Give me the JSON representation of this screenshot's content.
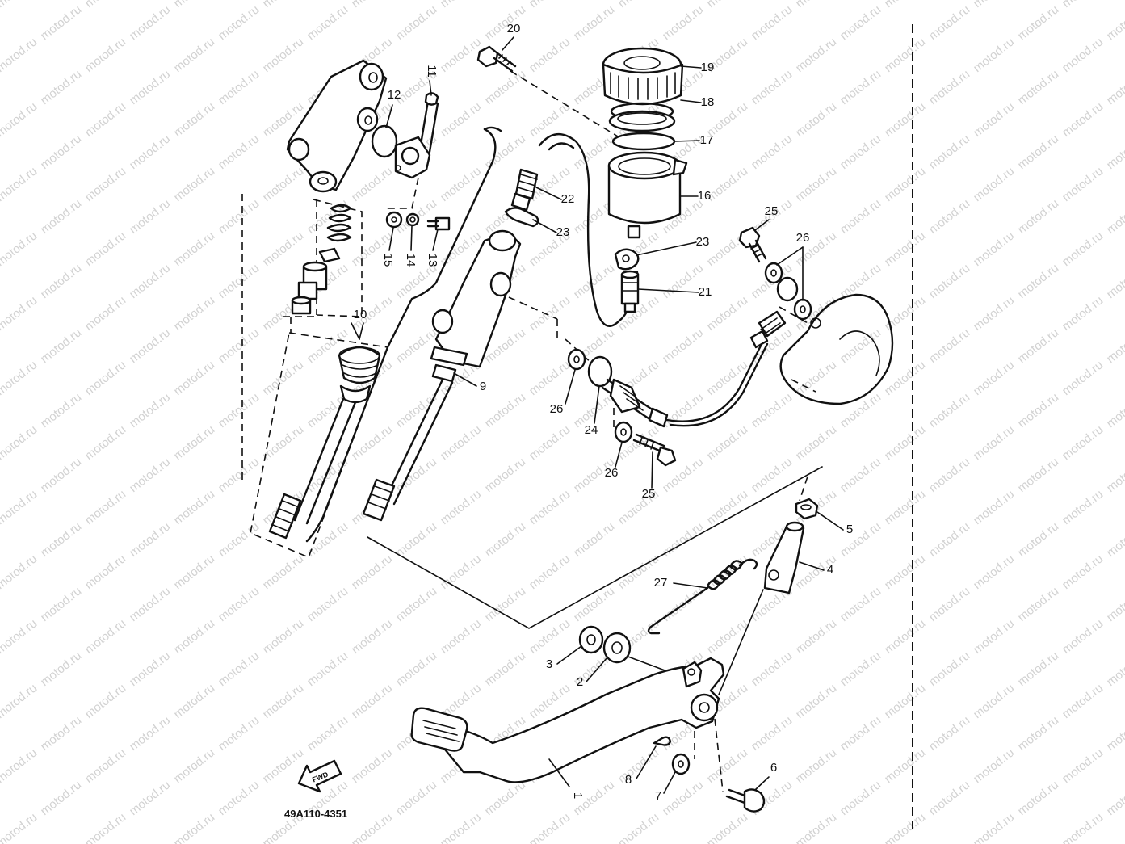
{
  "diagram": {
    "watermark": "motod.ru",
    "drawing_code": "49A110-4351",
    "fwd_label": "FWD",
    "callouts": [
      {
        "label": "20"
      },
      {
        "label": "19"
      },
      {
        "label": "18"
      },
      {
        "label": "17"
      },
      {
        "label": "16"
      },
      {
        "label": "11"
      },
      {
        "label": "12"
      },
      {
        "label": "22"
      },
      {
        "label": "23"
      },
      {
        "label": "25"
      },
      {
        "label": "26"
      },
      {
        "label": "23"
      },
      {
        "label": "15"
      },
      {
        "label": "14"
      },
      {
        "label": "13"
      },
      {
        "label": "21"
      },
      {
        "label": "10"
      },
      {
        "label": "9"
      },
      {
        "label": "26"
      },
      {
        "label": "24"
      },
      {
        "label": "26"
      },
      {
        "label": "25"
      },
      {
        "label": "5"
      },
      {
        "label": "4"
      },
      {
        "label": "27"
      },
      {
        "label": "3"
      },
      {
        "label": "2"
      },
      {
        "label": "8"
      },
      {
        "label": "7"
      },
      {
        "label": "1"
      },
      {
        "label": "6"
      }
    ]
  }
}
